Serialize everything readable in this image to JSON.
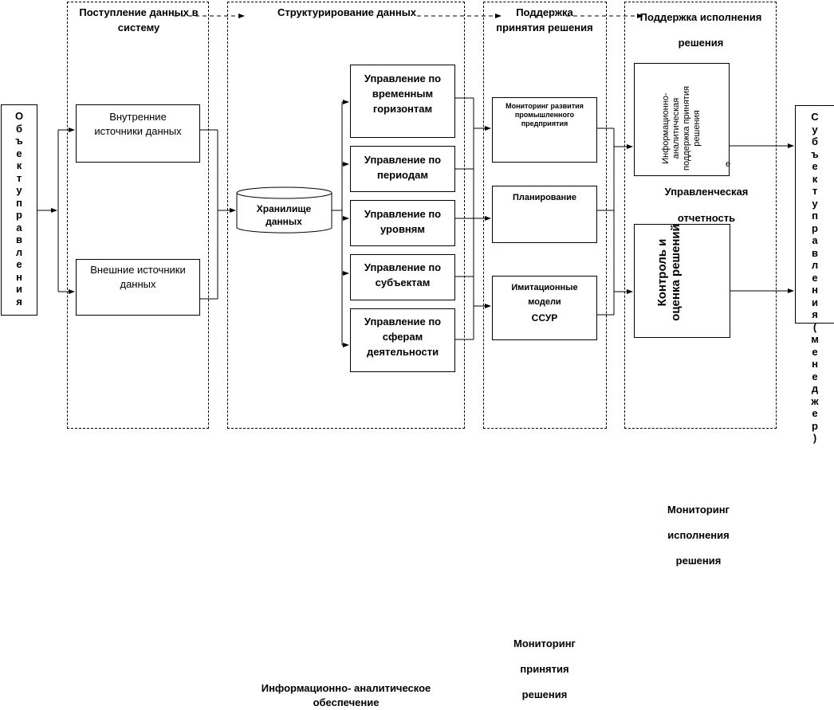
{
  "columns": {
    "input": "Поступление данных в систему",
    "structuring": "Структурирование данных",
    "decision_support": "Поддержка принятия решения",
    "execution_support": "Поддержка исполнения решения"
  },
  "object_label": [
    "О",
    "б",
    "ъ",
    "е",
    "к",
    "т",
    "у",
    "п",
    "р",
    "а",
    "в",
    "л",
    "е",
    "н",
    "и",
    "я"
  ],
  "subject_label": [
    "С",
    "у",
    "б",
    "ъ",
    "е",
    "к",
    "т",
    "у",
    "п",
    "р",
    "а",
    "в",
    "л",
    "е",
    "н",
    "и",
    "я",
    "(",
    "м",
    "е",
    "н",
    "е",
    "д",
    "ж",
    "е",
    "р",
    ")"
  ],
  "sources": {
    "internal": "Внутренние источники данных",
    "external": "Внешние источники данных"
  },
  "warehouse": "Хранилище данных",
  "management": {
    "horizons": "Управление по временным горизонтам",
    "periods": "Управление по периодам",
    "levels": "Управление по уровням",
    "subjects": "Управление по субъектам",
    "spheres": "Управление по сферам деятельности"
  },
  "support": {
    "monitoring": "Мониторинг развития промышленного предприятия",
    "planning": "Планирование",
    "simulation_line1": "Имитационные модели",
    "simulation_line2": "ССУР"
  },
  "execution": {
    "analytic_support": "Информационно-аналитическая поддержка принятия решения",
    "stray_letter": "е",
    "control": "Контроль и оценка решений",
    "reporting_line1": "Управленческая",
    "reporting_line2": "отчетность"
  },
  "footer": {
    "monitoring_execution": [
      "Мониторинг",
      "исполнения",
      "решения"
    ],
    "monitoring_decision": [
      "Мониторинг",
      "принятия",
      "решения"
    ],
    "info_support": "Информационно- аналитическое обеспечение"
  }
}
